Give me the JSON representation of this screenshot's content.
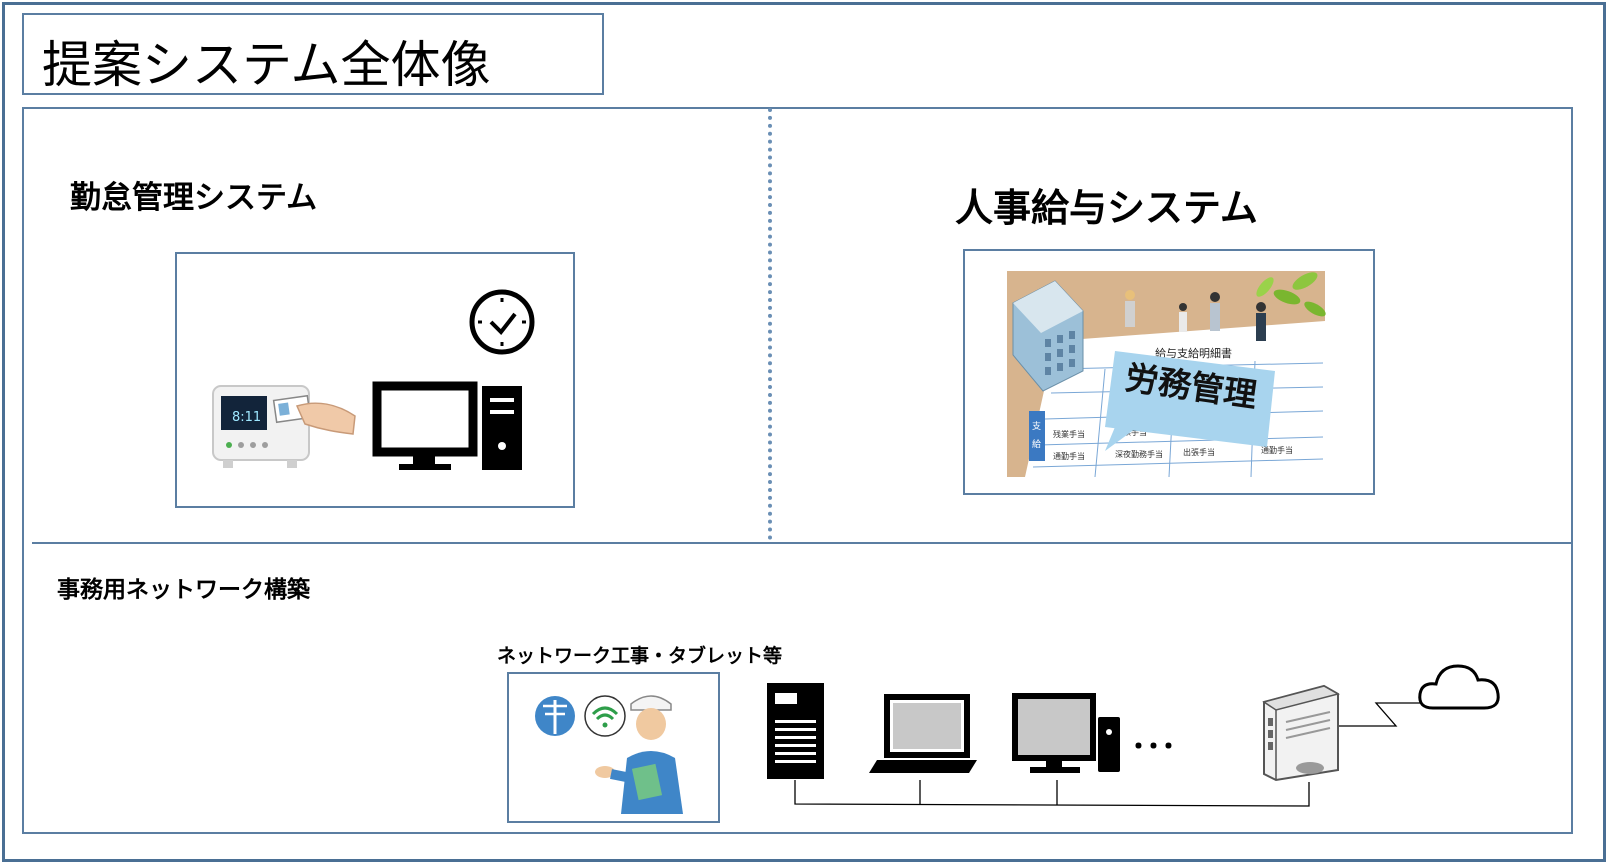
{
  "title": "提案システム全体像",
  "attendance": {
    "title": "勤怠管理システム",
    "device_time": "8:11",
    "icons": [
      "time-clock-terminal-icon",
      "id-card-hand-icon",
      "clock-icon",
      "desktop-pc-icon"
    ]
  },
  "payroll": {
    "title": "人事給与システム",
    "photo": {
      "sheet_title": "給与支給明細書",
      "balloon_text": "労務管理",
      "row_label_1": "支",
      "row_label_2": "給",
      "cells": [
        "残業手当",
        "家族手当",
        "通勤手当",
        "深夜勤務手当",
        "出張手当",
        "通勤手当"
      ]
    }
  },
  "network": {
    "title": "事務用ネットワーク構築",
    "sub_label": "ネットワーク工事・タブレット等",
    "ellipsis": "･･･",
    "icons": [
      "utility-pole-icon",
      "wifi-icon",
      "worker-icon",
      "server-icon",
      "laptop-icon",
      "desktop-pc-icon",
      "router-icon",
      "cloud-icon"
    ]
  },
  "colors": {
    "frame": "#4a6f94",
    "box_border": "#5b7ea2",
    "balloon": "#a8d4ee",
    "worker_jacket": "#3f86c8"
  }
}
